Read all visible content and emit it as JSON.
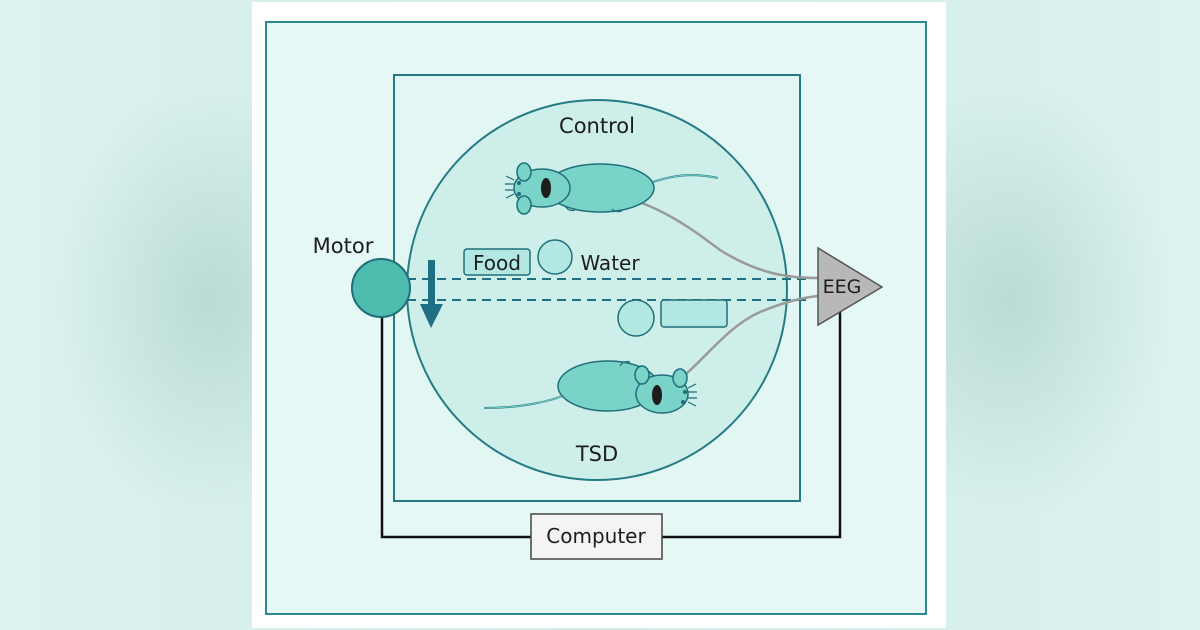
{
  "labels": {
    "control": "Control",
    "tsd": "TSD",
    "motor": "Motor",
    "food": "Food",
    "water": "Water",
    "eeg": "EEG",
    "computer": "Computer"
  },
  "colors": {
    "frame_stroke": "#2b8a93",
    "frame_fill": "#e6f8f5",
    "arena_fill": "#cdeee9",
    "arena_stroke": "#247a85",
    "mouse_fill": "#79d3c9",
    "mouse_stroke": "#1f6f7a",
    "motor_fill": "#4dbcae",
    "arrow": "#1f6f82",
    "wire_gray": "#9a9a9a",
    "eeg_fill": "#b8b8b8",
    "black_line": "#111111"
  }
}
